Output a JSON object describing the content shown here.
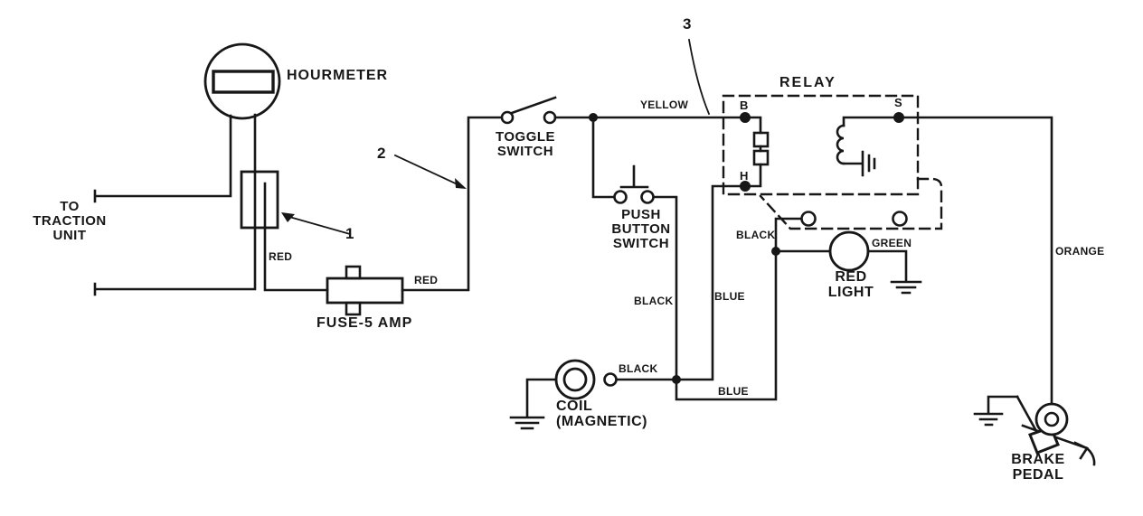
{
  "diagram_title": "hourmeter wiring schematic",
  "colors": {
    "ink": "#171717",
    "paper": "#ffffff"
  },
  "components": {
    "hourmeter": {
      "label": "HOURMETER"
    },
    "traction_unit": {
      "line1": "TO",
      "line2": "TRACTION",
      "line3": "UNIT"
    },
    "fuse": {
      "label": "FUSE-5 AMP"
    },
    "toggle_switch": {
      "line1": "TOGGLE",
      "line2": "SWITCH"
    },
    "push_button_switch": {
      "line1": "PUSH",
      "line2": "BUTTON",
      "line3": "SWITCH"
    },
    "relay": {
      "label": "RELAY",
      "terminal_b": "B",
      "terminal_s": "S",
      "terminal_h": "H"
    },
    "red_light": {
      "line1": "RED",
      "line2": "LIGHT"
    },
    "coil": {
      "line1": "COIL",
      "line2": "(MAGNETIC)"
    },
    "brake_pedal": {
      "line1": "BRAKE",
      "line2": "PEDAL"
    }
  },
  "wire_labels": {
    "red_fuse_left": "RED",
    "red_fuse_right": "RED",
    "yellow": "YELLOW",
    "black_pushbutton": "BLACK",
    "black_coil": "BLACK",
    "black_relay": "BLACK",
    "blue_relay": "BLUE",
    "blue_lower": "BLUE",
    "green": "GREEN",
    "orange": "ORANGE"
  },
  "callouts": {
    "c1": "1",
    "c2": "2",
    "c3": "3"
  }
}
